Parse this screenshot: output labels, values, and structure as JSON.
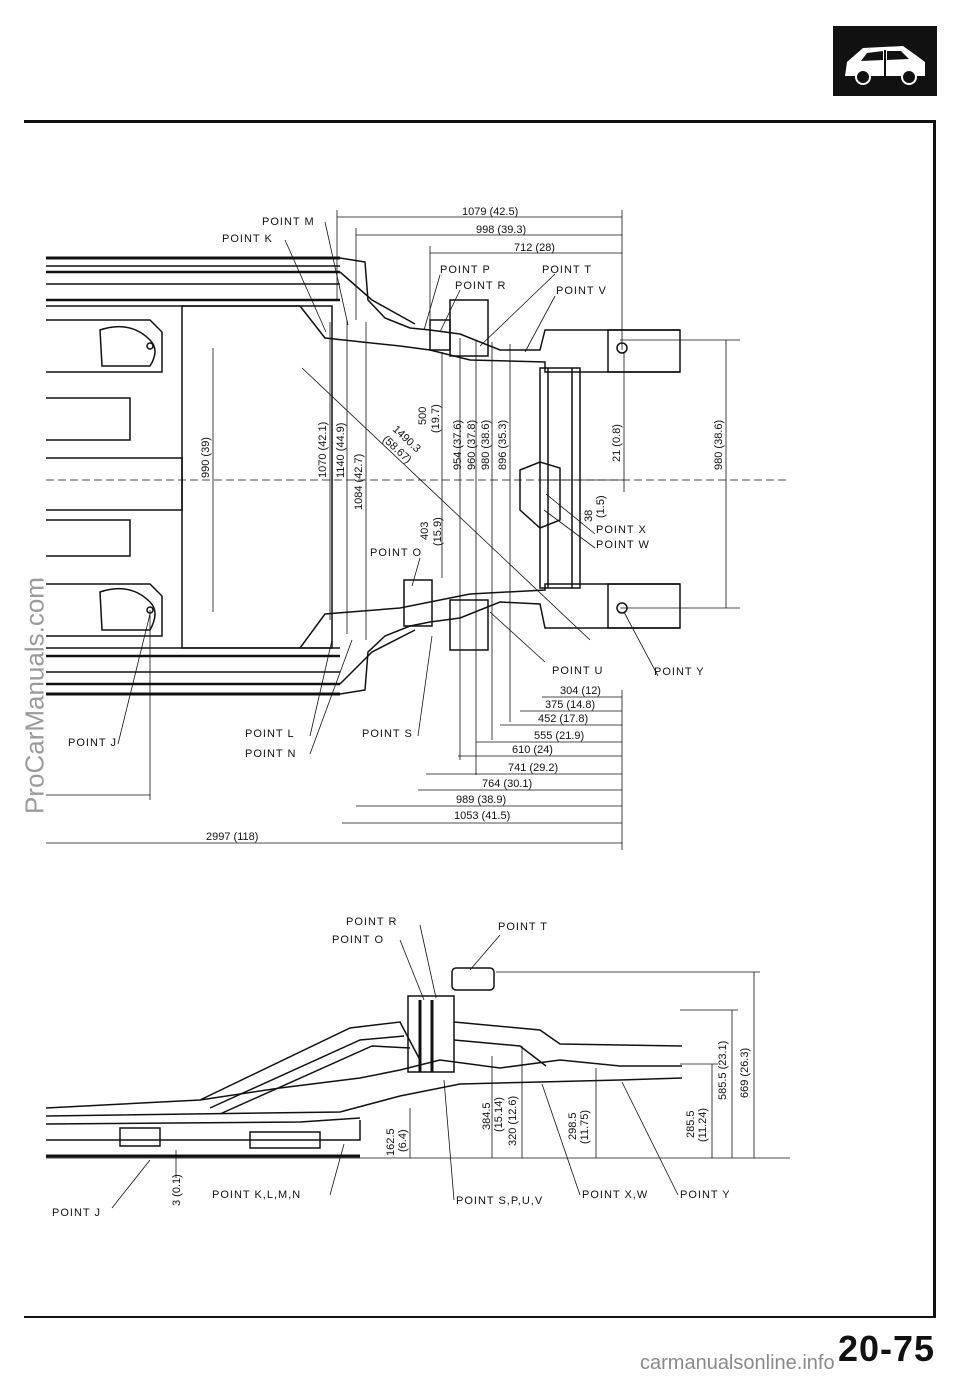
{
  "header": {
    "icon": "car-body-icon"
  },
  "page": {
    "number": "20-75",
    "watermark": "ProCarManuals.com",
    "footer_url": "carmanualsonline.info"
  },
  "top_view": {
    "points": {
      "m": "POINT M",
      "k": "POINT K",
      "p": "POINT P",
      "t": "POINT T",
      "r": "POINT R",
      "v": "POINT V",
      "o": "POINT O",
      "x": "POINT X",
      "w": "POINT W",
      "u": "POINT U",
      "y": "POINT Y",
      "j": "POINT J",
      "l": "POINT L",
      "n": "POINT N",
      "s": "POINT S"
    },
    "dims_top": [
      "1079 (42.5)",
      "998 (39.3)",
      "712 (28)"
    ],
    "dims_vertical": {
      "d990": "990 (39)",
      "d1070": "1070 (42.1)",
      "d1140": "1140 (44.9)",
      "d1084": "1084 (42.7)",
      "d500a": "500",
      "d500b": "(19.7)",
      "d954": "954 (37.6)",
      "d960": "960 (37.8)",
      "d980a": "980 (38.6)",
      "d896": "896 (35.3)",
      "d21": "21 (0.8)",
      "d980b": "980 (38.6)",
      "d403a": "403",
      "d403b": "(15.9)",
      "d38a": "38",
      "d38b": "(1.5)"
    },
    "diag": [
      "1490.3",
      "(58.67)"
    ],
    "dims_bottom": [
      "304 (12)",
      "375 (14.8)",
      "452 (17.8)",
      "555 (21.9)",
      "610 (24)",
      "741 (29.2)",
      "764 (30.1)",
      "989 (38.9)",
      "1053 (41.5)"
    ],
    "overall": "2997 (118)"
  },
  "side_view": {
    "points": {
      "r": "POINT R",
      "o": "POINT O",
      "t": "POINT T",
      "j": "POINT J",
      "klmn": "POINT K,L,M,N",
      "spuv": "POINT S,P,U,V",
      "xw": "POINT X,W",
      "y": "POINT Y"
    },
    "dims": {
      "d3": "3 (0.1)",
      "d162a": "162.5",
      "d162b": "(6.4)",
      "d384a": "384.5",
      "d384b": "(15.14)",
      "d320": "320 (12.6)",
      "d298a": "298.5",
      "d298b": "(11.75)",
      "d285a": "285.5",
      "d285b": "(11.24)",
      "d585": "585.5 (23.1)",
      "d669": "669 (26.3)"
    }
  }
}
